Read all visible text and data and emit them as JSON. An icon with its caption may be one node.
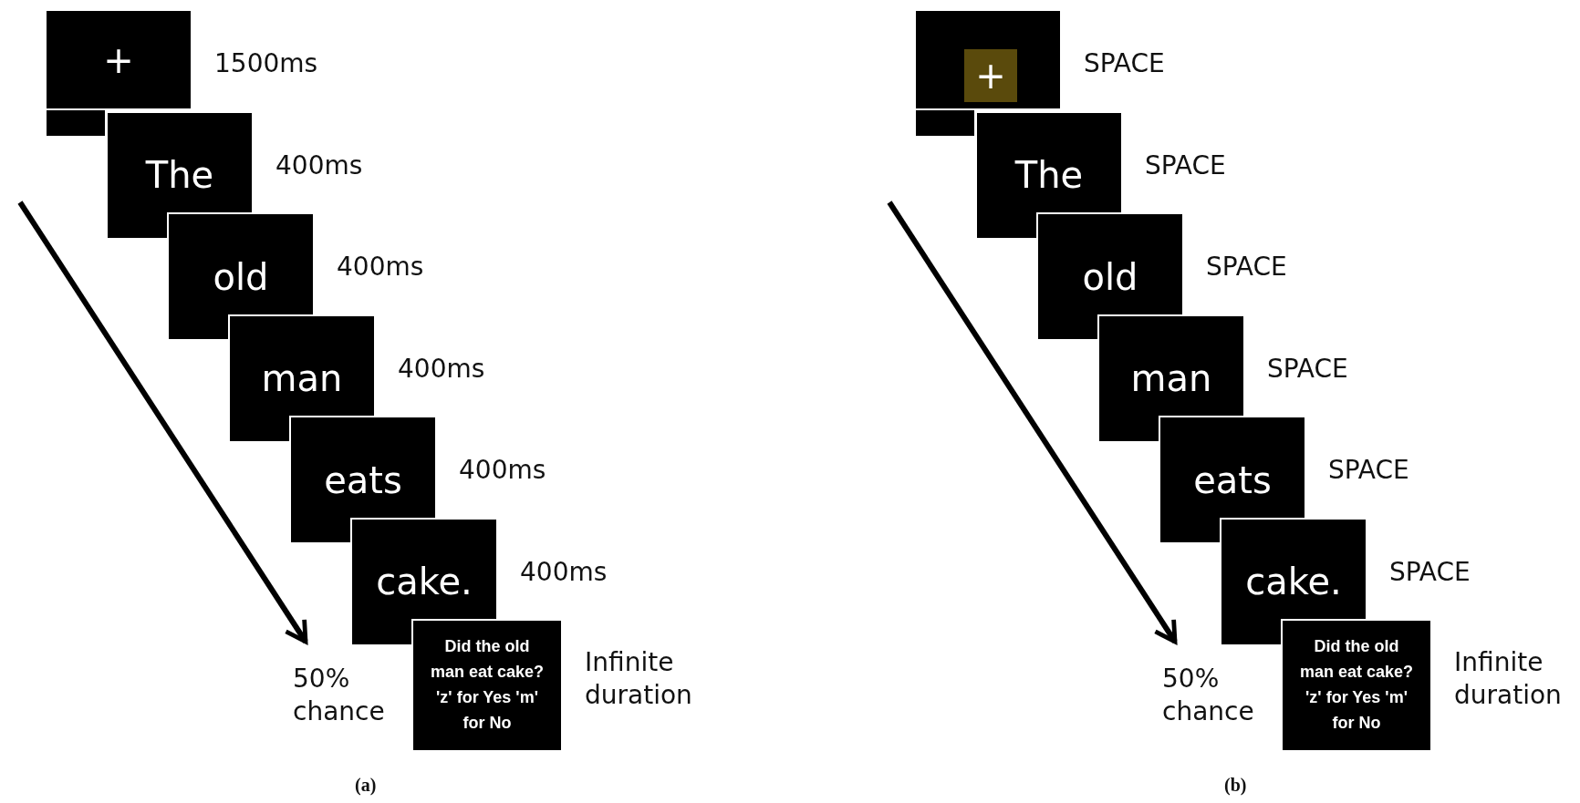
{
  "diagram": {
    "nodes": [
      {
        "text": [
          "+"
        ],
        "beside": [
          "1500ms"
        ]
      },
      {
        "text": [
          "The"
        ],
        "beside": [
          "400ms"
        ]
      },
      {
        "text": [
          "old"
        ],
        "beside": [
          "400ms"
        ]
      },
      {
        "text": [
          "man"
        ],
        "beside": [
          "400ms"
        ]
      },
      {
        "text": [
          "eats"
        ],
        "beside": [
          "400ms"
        ]
      },
      {
        "text": [
          "cake."
        ],
        "beside": [
          "400ms"
        ]
      },
      {
        "text": [
          "Did the old man eat cake?",
          "'z' for Yes 'm' for No"
        ],
        "beside": [
          "Infinite duration"
        ]
      },
      {
        "text": [],
        "shape": "box",
        "beside": [
          "SPACE"
        ]
      },
      {
        "text": [
          "+"
        ],
        "in": 7
      },
      {
        "text": [
          "The"
        ],
        "beside": [
          "SPACE"
        ]
      },
      {
        "text": [
          "old"
        ],
        "beside": [
          "SPACE"
        ]
      },
      {
        "text": [
          "man"
        ],
        "beside": [
          "SPACE"
        ]
      },
      {
        "text": [
          "eats"
        ],
        "beside": [
          "SPACE"
        ]
      },
      {
        "text": [
          "cake."
        ],
        "beside": [
          "SPACE"
        ]
      },
      {
        "text": [
          "Did the old man eat cake?",
          "'z' for Yes 'm' for No"
        ],
        "beside": [
          "Infinite duration"
        ]
      }
    ],
    "labels": [
      "50% chance",
      "50% chance",
      "(a)",
      "(b)"
    ]
  }
}
